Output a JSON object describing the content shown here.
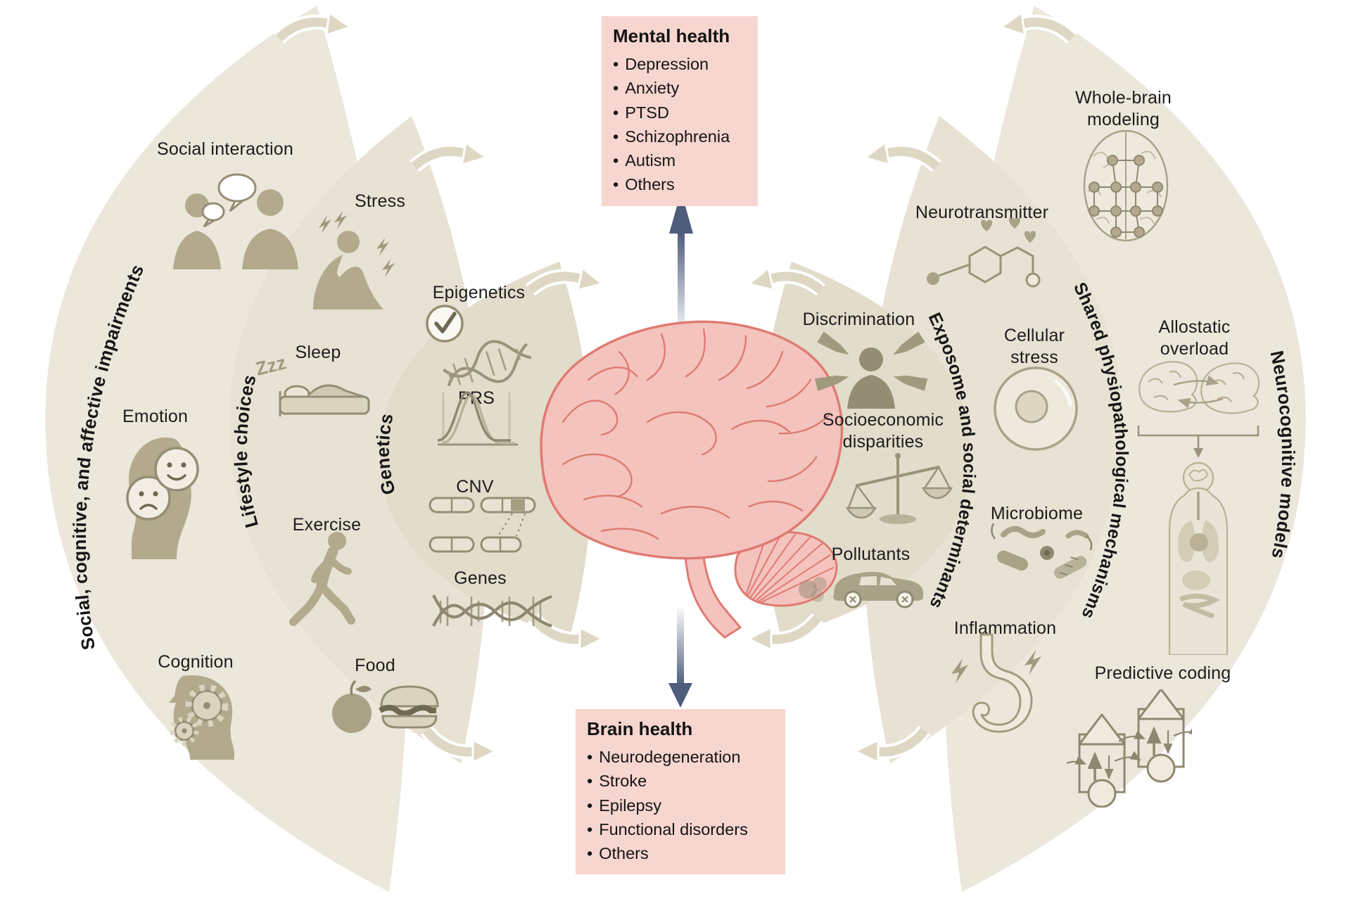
{
  "boxes": {
    "bullet": "•",
    "mental_health": {
      "title": "Mental health",
      "items": [
        "Depression",
        "Anxiety",
        "PTSD",
        "Schizophrenia",
        "Autism",
        "Others"
      ]
    },
    "brain_health": {
      "title": "Brain health",
      "items": [
        "Neurodegeneration",
        "Stroke",
        "Epilepsy",
        "Functional disorders",
        "Others"
      ]
    }
  },
  "bands": {
    "impairments": "Social, cognitive, and affective impairments",
    "lifestyle": "Lifestyle choices",
    "genetics": "Genetics",
    "exposome": "Exposome and social determinants",
    "shared": "Shared physiopathological mechanisms",
    "neurocognitive": "Neurocognitive models"
  },
  "items": {
    "social_interaction": "Social interaction",
    "stress": "Stress",
    "sleep": "Sleep",
    "emotion": "Emotion",
    "exercise": "Exercise",
    "cognition": "Cognition",
    "food": "Food",
    "epigenetics": "Epigenetics",
    "prs": "PRS",
    "cnv": "CNV",
    "genes": "Genes",
    "discrimination": "Discrimination",
    "socioeconomic": "Socioeconomic\ndisparities",
    "pollutants": "Pollutants",
    "neurotransmitter": "Neurotransmitter",
    "cellular_stress": "Cellular\nstress",
    "microbiome": "Microbiome",
    "inflammation": "Inflammation",
    "whole_brain": "Whole-brain\nmodeling",
    "allostatic": "Allostatic\noverload",
    "predictive_coding": "Predictive coding"
  },
  "icons": {
    "sleep_zzz": "Zzz"
  },
  "colors": {
    "petal_outer": "#ebe7da",
    "petal_mid": "#e7e2d3",
    "petal_inner": "#e2dccb",
    "icon_khaki": "#b3aa8d",
    "icon_dark": "#8f8870",
    "decor_arrow": "#ded7c3",
    "center_arrow": "#4e5d7c",
    "box_bg": "#f7d6d0",
    "brain_fill": "#f4c3be",
    "brain_stroke": "#df7b72"
  }
}
